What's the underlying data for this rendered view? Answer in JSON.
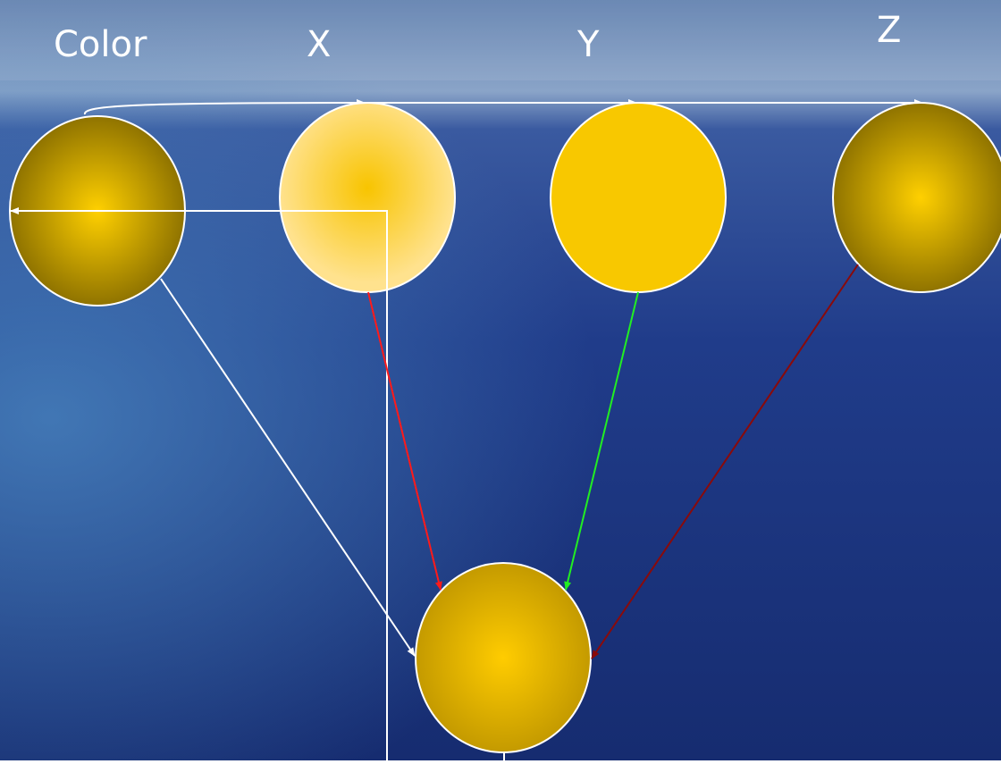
{
  "labels": {
    "color": "Color",
    "x": "X",
    "y": "Y",
    "z": "Z"
  },
  "colors": {
    "sky_top": "#6f8fb8",
    "sea_mid": "#1f3a86",
    "sea_deep": "#142a6a",
    "node_gold": "#f8c800",
    "node_dark": "#8f7300",
    "node_light": "#ffe38a",
    "edge_white": "#ffffff",
    "edge_red": "#ff1a1a",
    "edge_green": "#22ee22",
    "edge_darkred": "#8a0a0a"
  }
}
